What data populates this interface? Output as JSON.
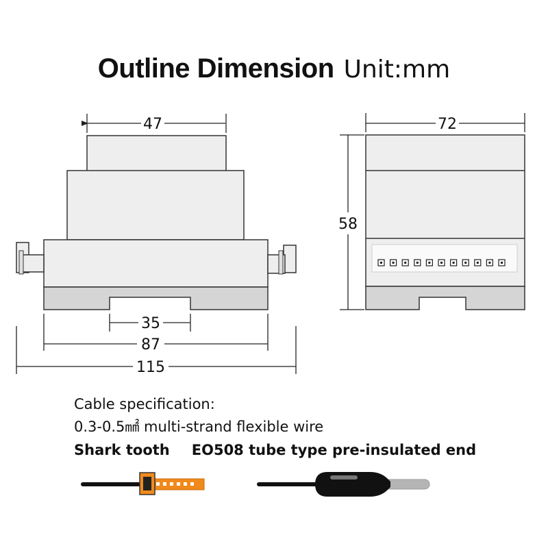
{
  "header": {
    "title": "Outline Dimension",
    "unit": "Unit:mm"
  },
  "front_view": {
    "top_width": "47",
    "rail_width": "35",
    "base_width": "87",
    "overall_width": "115"
  },
  "side_view": {
    "width": "72",
    "height": "58",
    "terminal_count": 11
  },
  "notes": {
    "cable_heading": "Cable specification:",
    "cable_detail": "0.3-0.5㎟ multi-strand flexible wire",
    "terminal_left": "Shark tooth",
    "terminal_right": "EO508 tube type pre-insulated end"
  },
  "colors": {
    "body_fill": "#eeeeee",
    "rail_fill": "#d5d5d5",
    "outline": "#333333",
    "shark_tooth_orange": "#f08a1c",
    "wire_black": "#111111",
    "ferrule_grey": "#b5b5b5"
  },
  "icons": {
    "left": "shark-tooth-terminal-icon",
    "right": "tube-ferrule-terminal-icon"
  }
}
